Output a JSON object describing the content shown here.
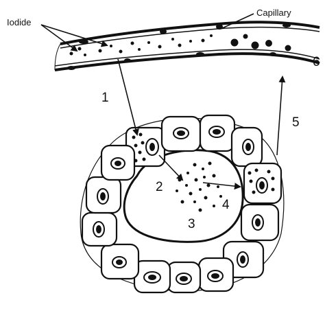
{
  "labels": {
    "iodide": "Iodide",
    "capillary": "Capillary"
  },
  "steps": [
    "1",
    "2",
    "3",
    "4",
    "5",
    "6"
  ],
  "colors": {
    "ink": "#111111",
    "background": "#ffffff"
  }
}
